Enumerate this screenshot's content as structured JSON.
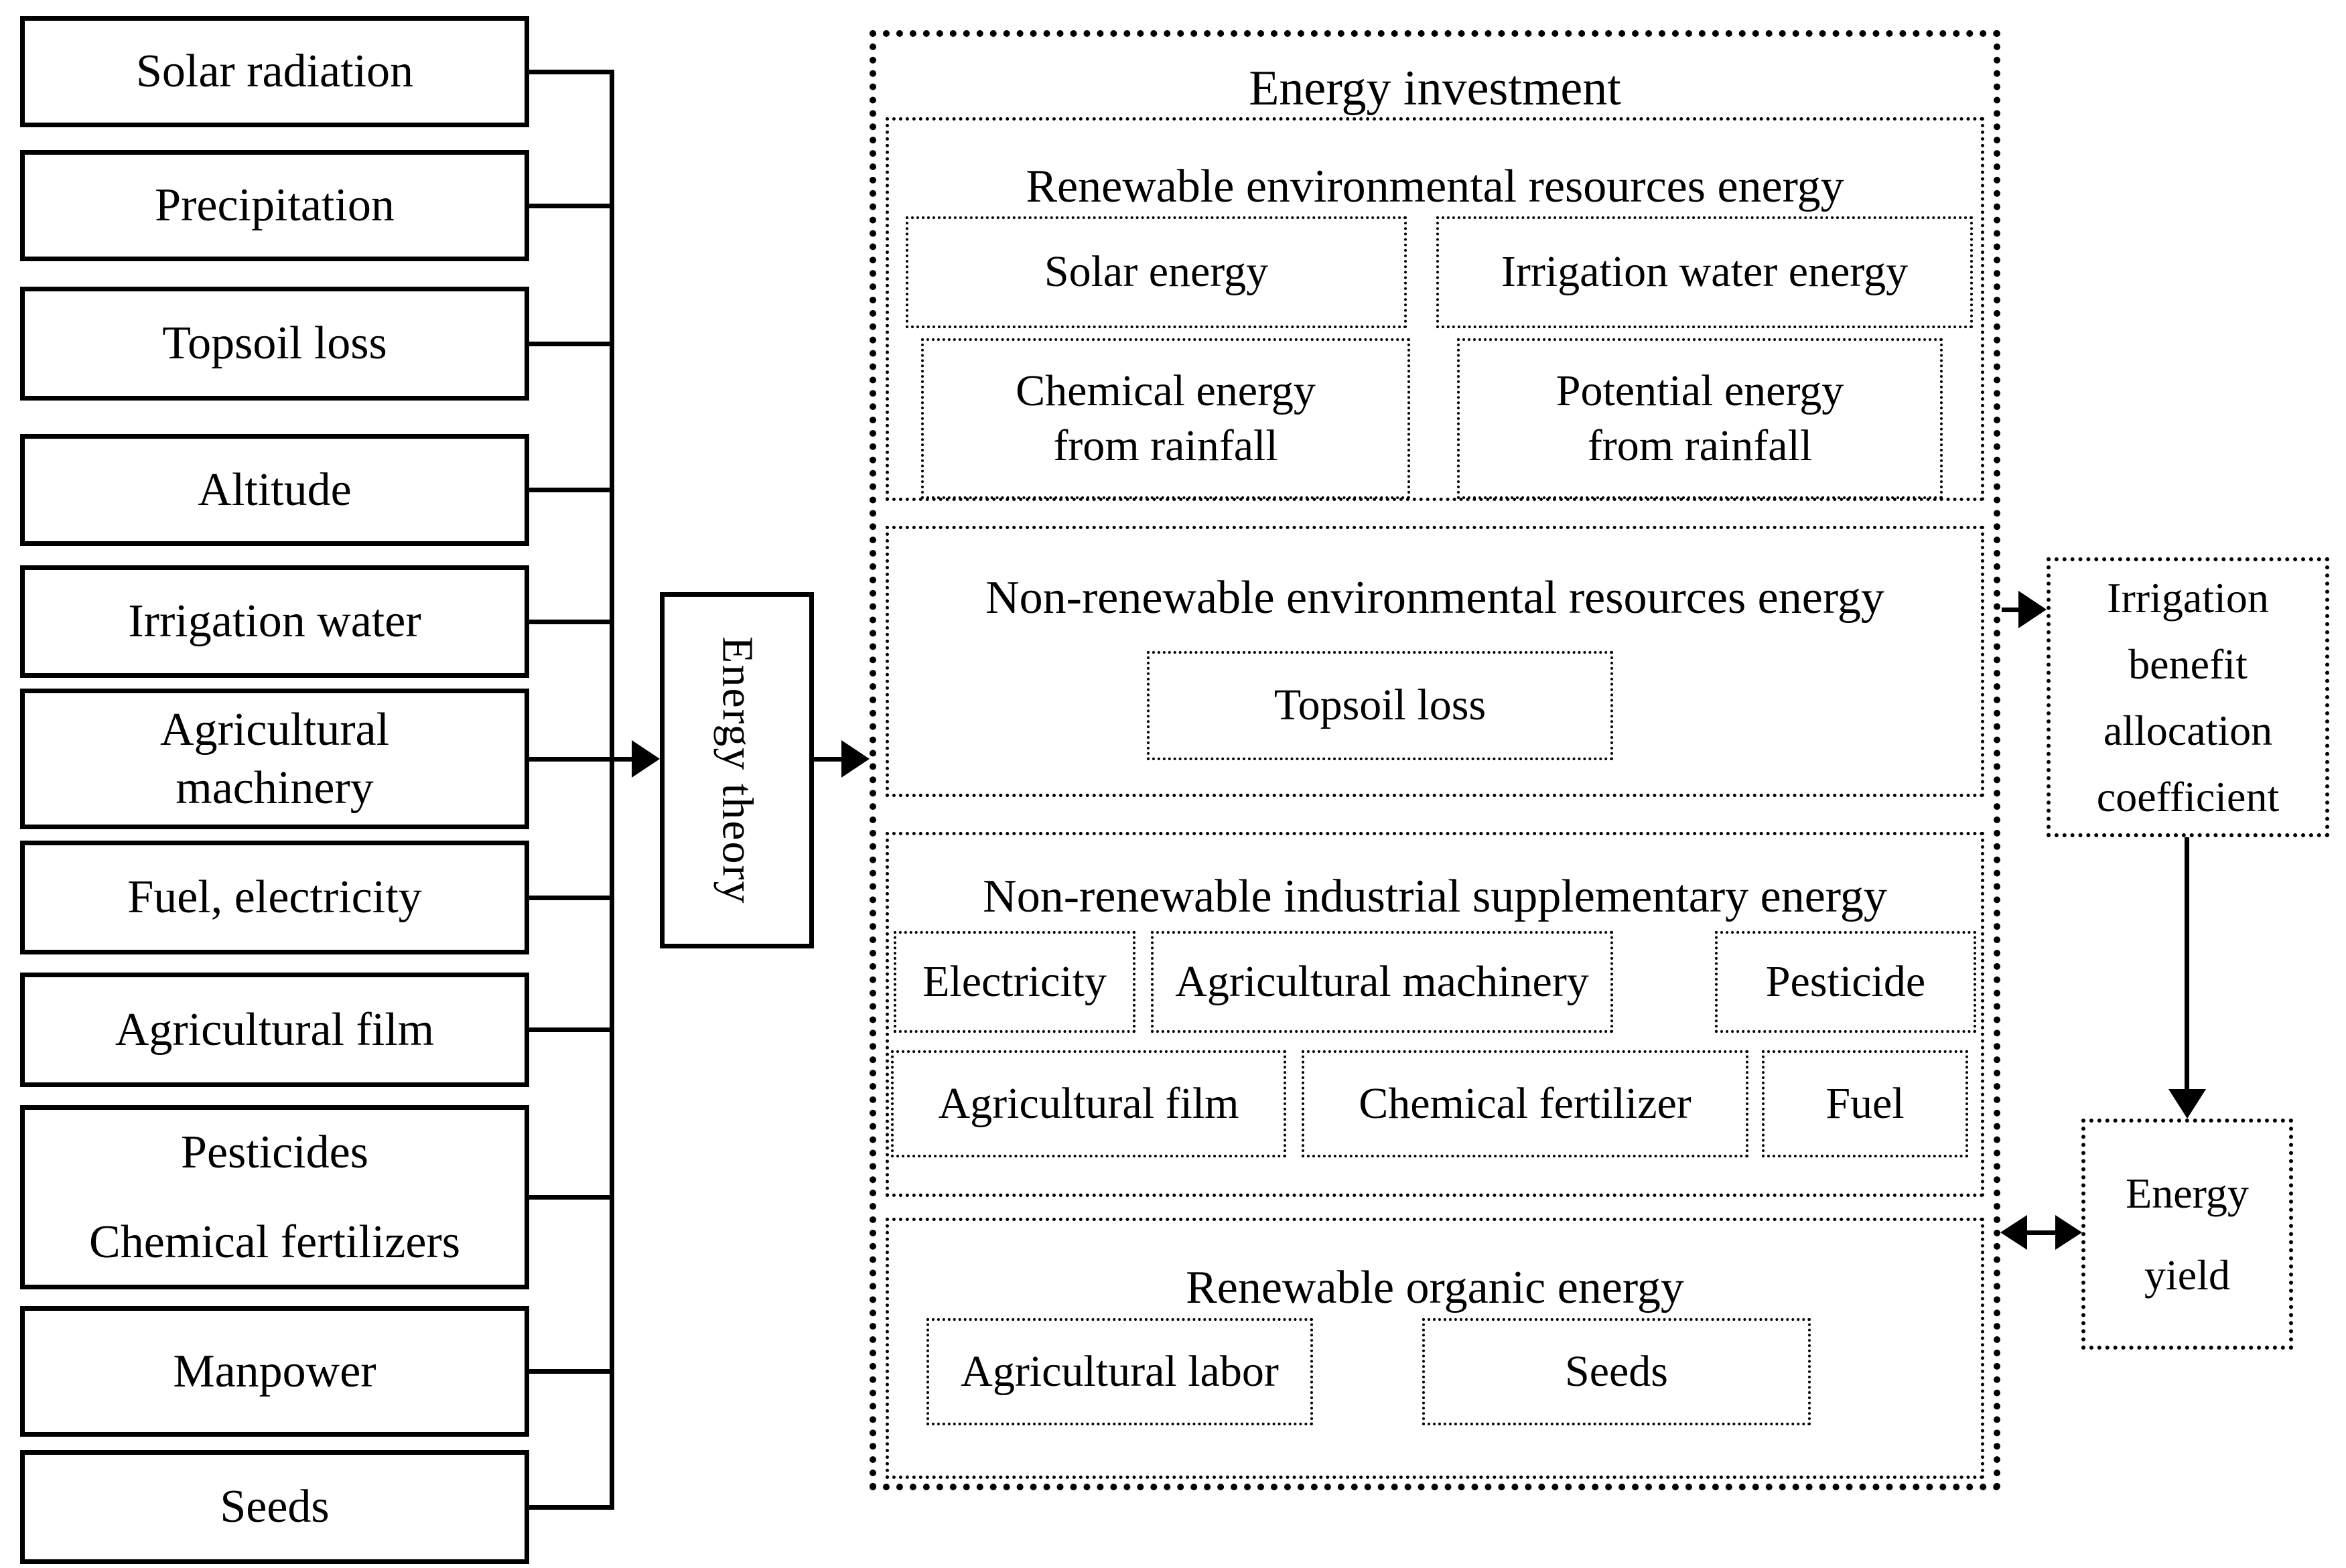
{
  "left_inputs": [
    {
      "lines": [
        "Solar radiation"
      ]
    },
    {
      "lines": [
        "Precipitation"
      ]
    },
    {
      "lines": [
        "Topsoil loss"
      ]
    },
    {
      "lines": [
        "Altitude"
      ]
    },
    {
      "lines": [
        "Irrigation water"
      ]
    },
    {
      "lines": [
        "Agricultural",
        "machinery"
      ]
    },
    {
      "lines": [
        "Fuel, electricity"
      ]
    },
    {
      "lines": [
        "Agricultural film"
      ]
    },
    {
      "lines": [
        "Pesticides",
        "Chemical fertilizers"
      ]
    },
    {
      "lines": [
        "Manpower"
      ]
    },
    {
      "lines": [
        "Seeds"
      ]
    }
  ],
  "energy_theory_label": "Energy theory",
  "energy_investment": {
    "title": "Energy investment",
    "renewable_env": {
      "title": "Renewable environmental resources energy",
      "solar": "Solar energy",
      "irrigation_water": "Irrigation water energy",
      "chemical_rainfall": [
        "Chemical energy",
        "from rainfall"
      ],
      "potential_rainfall": [
        "Potential energy",
        "from rainfall"
      ]
    },
    "nonrenewable_env": {
      "title": "Non-renewable environmental resources energy",
      "topsoil": "Topsoil loss"
    },
    "nonrenewable_industrial": {
      "title": "Non-renewable industrial supplementary energy",
      "electricity": "Electricity",
      "machinery": "Agricultural machinery",
      "pesticide": "Pesticide",
      "film": "Agricultural film",
      "fertilizer": "Chemical fertilizer",
      "fuel": "Fuel"
    },
    "renewable_organic": {
      "title": "Renewable organic energy",
      "labor": "Agricultural labor",
      "seeds": "Seeds"
    }
  },
  "irrigation_coefficient_lines": [
    "Irrigation",
    "benefit",
    "allocation",
    "coefficient"
  ],
  "energy_yield_lines": [
    "Energy",
    "yield"
  ]
}
